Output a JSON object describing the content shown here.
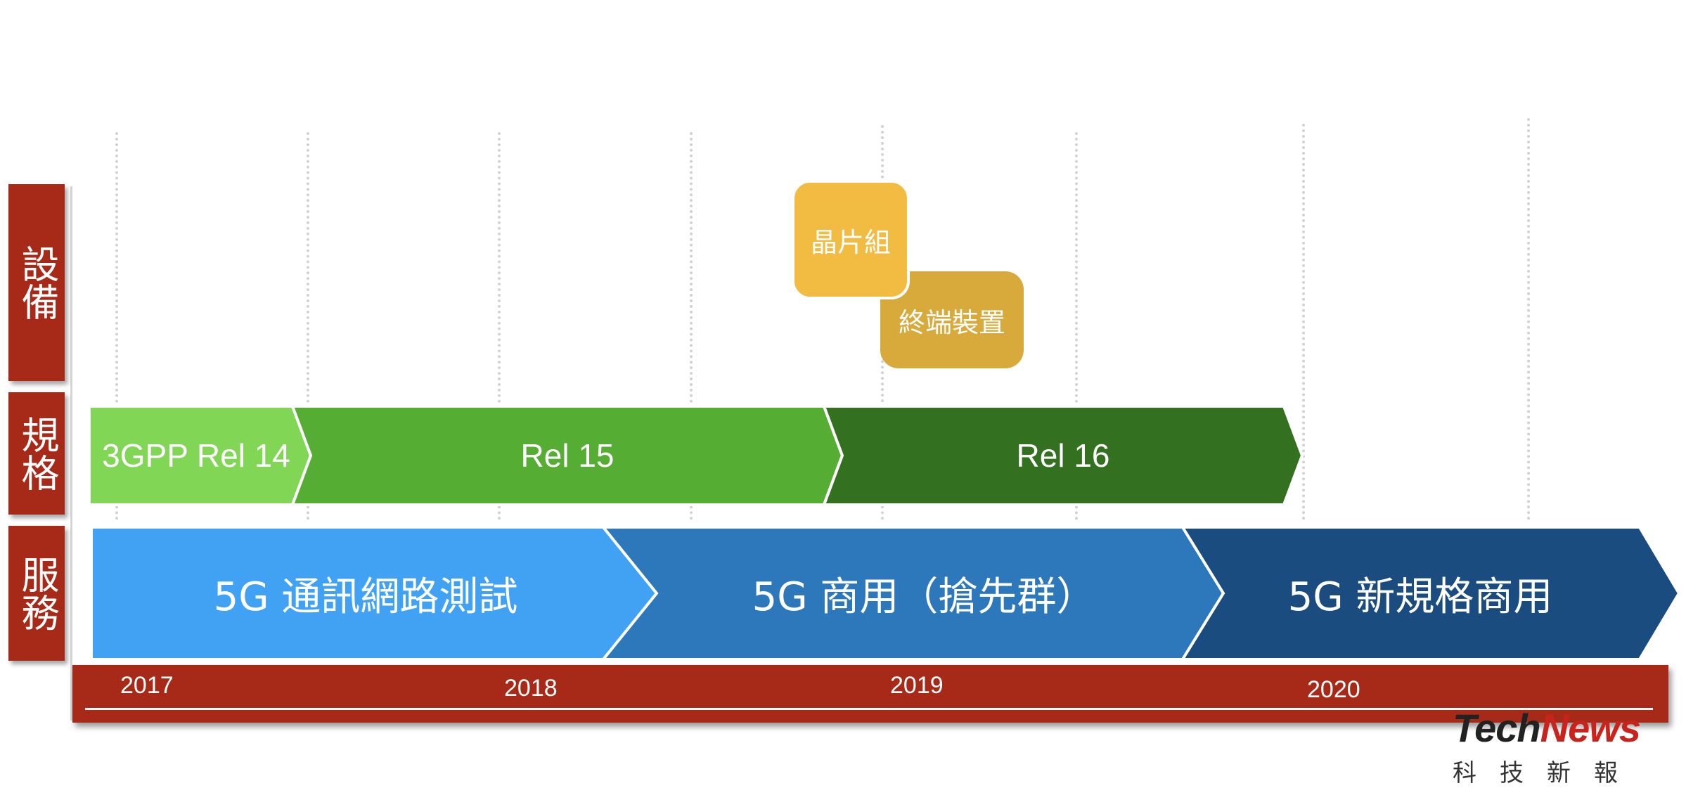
{
  "categories": {
    "devices": "設備",
    "specs": "規格",
    "services": "服務"
  },
  "devices": {
    "chipset": "晶片組",
    "terminal": "終端裝置"
  },
  "specs": {
    "rel14": "3GPP Rel 14",
    "rel15": "Rel 15",
    "rel16": "Rel 16"
  },
  "services": {
    "trial": "5G 通訊網路測試",
    "commercial_early": "5G 商用（搶先群）",
    "commercial_new_spec": "5G 新規格商用"
  },
  "timeline": {
    "years": [
      "2017",
      "2018",
      "2019",
      "2020"
    ]
  },
  "logo": {
    "tech": "Tech",
    "news": "News",
    "subtitle": "科技新報"
  },
  "colors": {
    "category_red": "#a72a18",
    "rel14_green": "#82d655",
    "rel15_green": "#56ad34",
    "rel16_green": "#33701f",
    "service_light_blue": "#41a2f3",
    "service_mid_blue": "#2d78bb",
    "service_dark_blue": "#1b4c7f",
    "chipset_yellow": "#f2bb41",
    "terminal_gold": "#d8aa3b"
  }
}
